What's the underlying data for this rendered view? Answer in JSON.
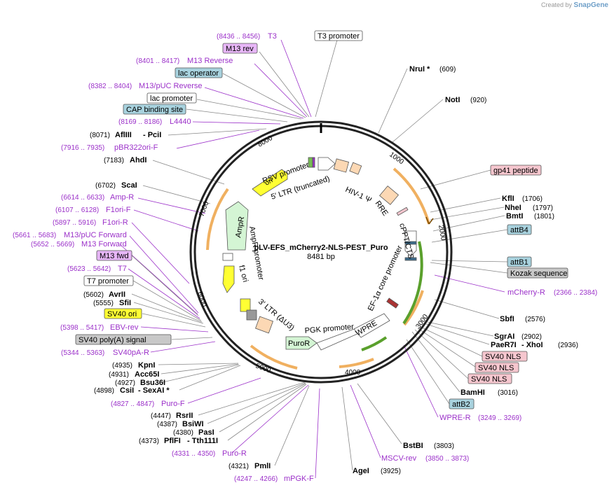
{
  "credit": {
    "prefix": "Created by",
    "brand": "SnapGene"
  },
  "plasmid": {
    "name": "pLV-EFS_mCherry2-NLS-PEST_Puro",
    "size": "8481 bp"
  },
  "ticks": [
    "1000",
    "2000",
    "3000",
    "4000",
    "5000",
    "6000",
    "7000",
    "8000"
  ],
  "inner_labels": {
    "rsv": "RSV promoter",
    "ltr5": "5′ LTR (truncated)",
    "hiv": "HIV-1 Ψ",
    "rre": "RRE",
    "cppt": "cPPT/CTS",
    "ef1a": "EF-1α core promoter",
    "wpre": "WPRE",
    "pgk": "PGK promoter",
    "puror": "PuroR",
    "ltr3": "3′ LTR (ΔU3)",
    "f1ori": "f1 ori",
    "ampr_prom": "AmpR promoter",
    "ampr": "AmpR",
    "ori": "ori"
  },
  "labels": {
    "t3_range": "(8436 .. 8456)",
    "t3": "T3",
    "t3_promoter": "T3 promoter",
    "m13rev": "M13 rev",
    "m13reverse_range": "(8401 .. 8417)",
    "m13reverse": "M13 Reverse",
    "lac_operator": "lac operator",
    "m13puc_rev_range": "(8382 .. 8404)",
    "m13puc_rev": "M13/pUC Reverse",
    "lac_promoter": "lac promoter",
    "cap": "CAP binding site",
    "l4440_range": "(8169 .. 8186)",
    "l4440": "L4440",
    "afliii_pos": "(8071)",
    "afliii": "AflIII",
    "pcii": "- PciI",
    "pbr_range": "(7916 .. 7935)",
    "pbr": "pBR322ori-F",
    "ahdi_pos": "(7183)",
    "ahdi": "AhdI",
    "scai_pos": "(6702)",
    "scai": "ScaI",
    "ampr_range": "(6614 .. 6633)",
    "ampr": "Amp-R",
    "f1orif_range": "(6107 .. 6128)",
    "f1orif": "F1ori-F",
    "f1orir_range": "(5897 .. 5916)",
    "f1orir": "F1ori-R",
    "m13pucf_range": "(5661 .. 5683)",
    "m13pucf": "M13/pUC Forward",
    "m13f_range": "(5652 .. 5669)",
    "m13f": "M13 Forward",
    "m13fwd": "M13 fwd",
    "t7_range": "(5623 .. 5642)",
    "t7": "T7",
    "t7_promoter": "T7 promoter",
    "avrii_pos": "(5602)",
    "avrii": "AvrII",
    "sfii_pos": "(5555)",
    "sfii": "SfiI",
    "sv40ori": "SV40 ori",
    "ebv_range": "(5398 .. 5417)",
    "ebv": "EBV-rev",
    "sv40polya": "SV40 poly(A) signal",
    "sv40par_range": "(5344 .. 5363)",
    "sv40par": "SV40pA-R",
    "kpni_pos": "(4935)",
    "kpni": "KpnI",
    "acc65i_pos": "(4931)",
    "acc65i": "Acc65I",
    "bsu36i_pos": "(4927)",
    "bsu36i": "Bsu36I",
    "csii_pos": "(4898)",
    "csii": "CsiI",
    "sexai": "- SexAI *",
    "purof_range": "(4827 .. 4847)",
    "purof": "Puro-F",
    "rsrii_pos": "(4447)",
    "rsrii": "RsrII",
    "bsiwi_pos": "(4387)",
    "bsiwi": "BsiWI",
    "pasi_pos": "(4380)",
    "pasi": "PasI",
    "pflfi_pos": "(4373)",
    "pflfi": "PflFI",
    "tth111i": "- Tth111I",
    "puror_range": "(4331 .. 4350)",
    "puror": "Puro-R",
    "pmli_pos": "(4321)",
    "pmli": "PmlI",
    "mpgkf_range": "(4247 .. 4266)",
    "mpgkf": "mPGK-F",
    "nrui": "NruI *",
    "nrui_pos": "(609)",
    "noti": "NotI",
    "noti_pos": "(920)",
    "gp41": "gp41 peptide",
    "kfli": "KflI",
    "kfli_pos": "(1706)",
    "nhei": "NheI",
    "nhei_pos": "(1797)",
    "bmti": "BmtI",
    "bmti_pos": "(1801)",
    "attb4": "attB4",
    "attb1": "attB1",
    "kozak": "Kozak sequence",
    "mcherryr": "mCherry-R",
    "mcherryr_range": "(2366 .. 2384)",
    "sbfi": "SbfI",
    "sbfi_pos": "(2576)",
    "sgrai": "SgrAI",
    "sgrai_pos": "(2902)",
    "paer7i": "PaeR7I",
    "xhoi": "- XhoI",
    "xhoi_pos": "(2936)",
    "sv40nls": "SV40 NLS",
    "bamhi": "BamHI",
    "bamhi_pos": "(3016)",
    "attb2": "attB2",
    "wprer": "WPRE-R",
    "wprer_range": "(3249 .. 3269)",
    "bstbi": "BstBI",
    "bstbi_pos": "(3803)",
    "msciv": "MSCV-rev",
    "msciv_range": "(3850 .. 3873)",
    "agei": "AgeI",
    "agei_pos": "(3925)"
  },
  "colors": {
    "purple": "#9b30c9",
    "box_purple": "#e7b6f7",
    "box_blue": "#a8d2de",
    "box_gray": "#c8c8c8",
    "box_yellow": "#ffff33",
    "box_pink": "#f5c6ce",
    "orange_arc": "#f0b060",
    "green_arc": "#5aa02c",
    "feature_peach": "#fcd8b4"
  }
}
